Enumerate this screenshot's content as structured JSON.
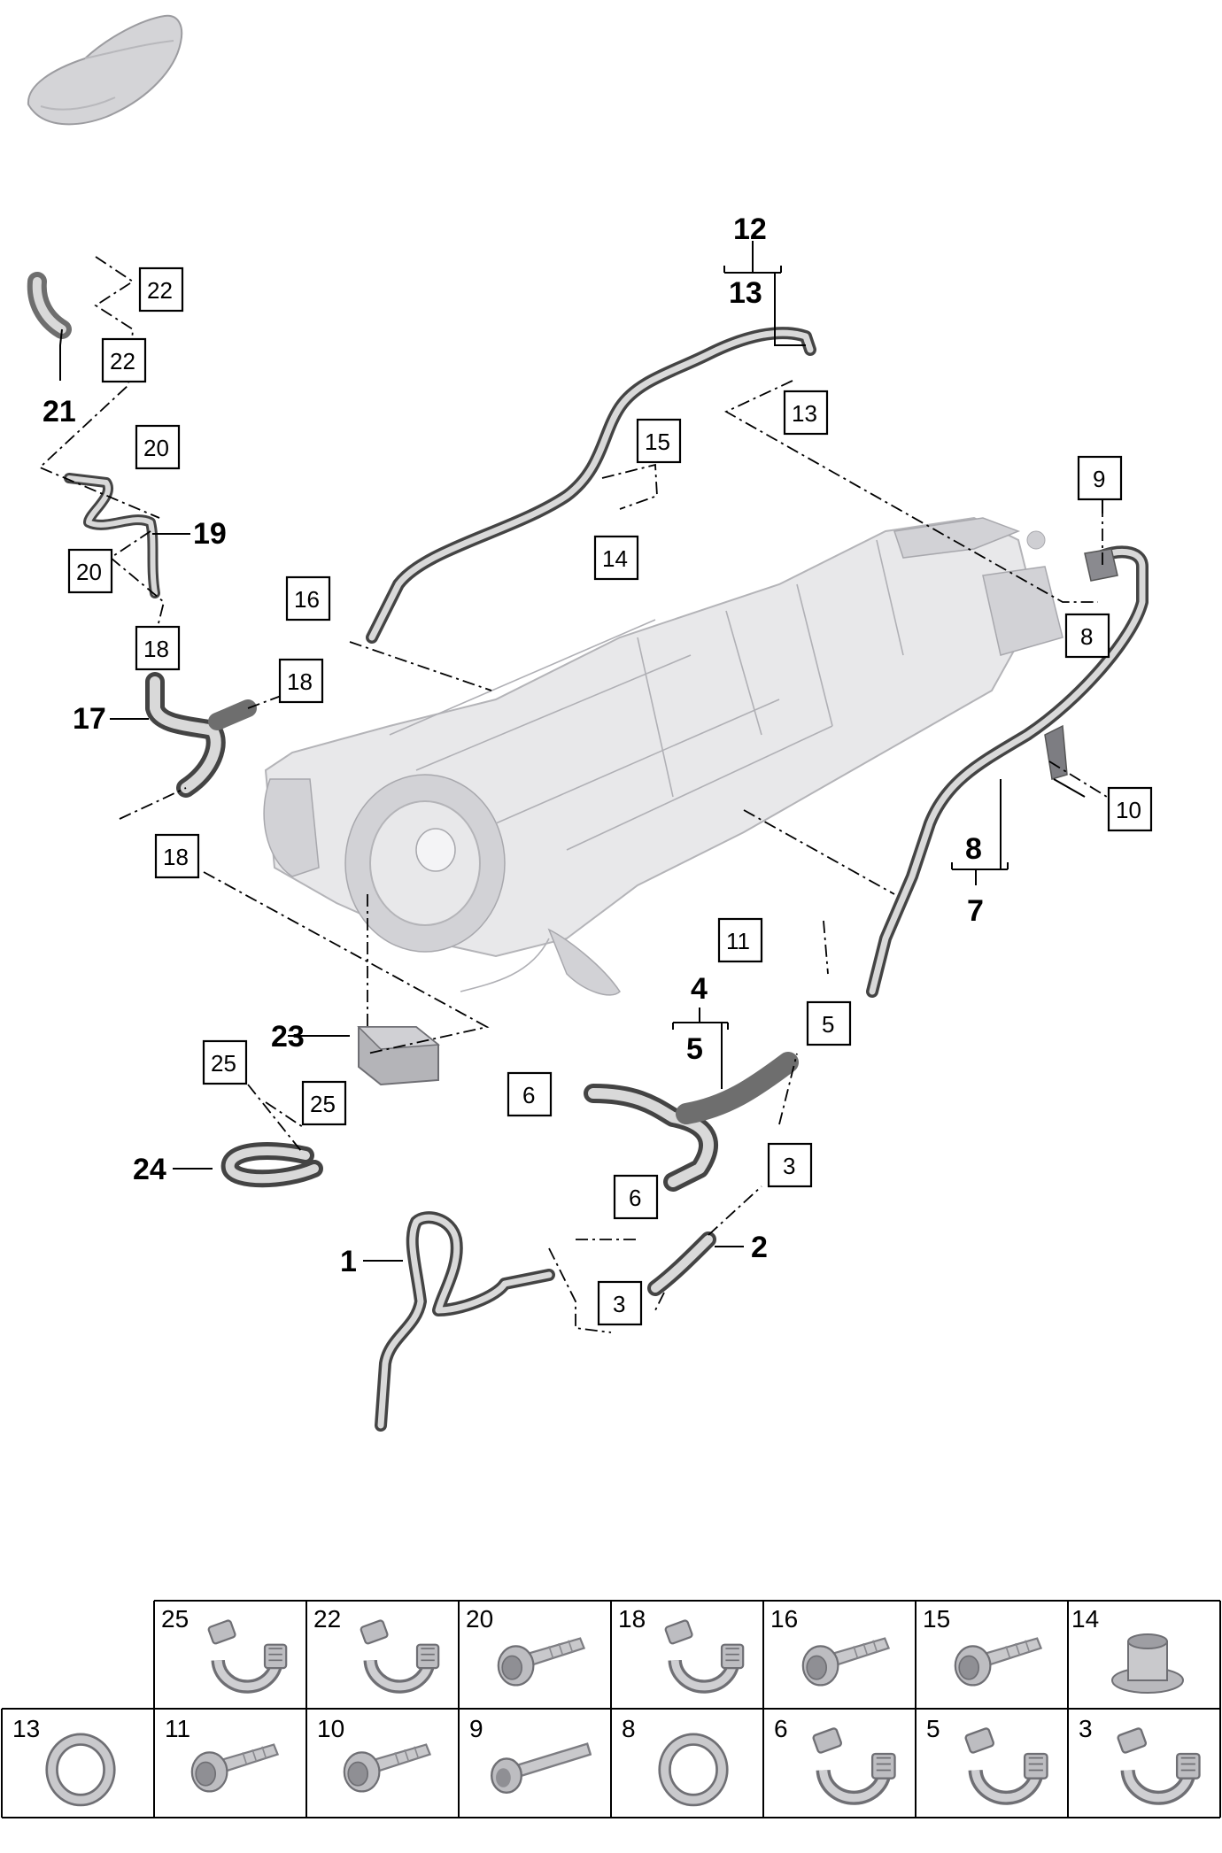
{
  "callouts": {
    "p1": "1",
    "p2": "2",
    "p4": "4",
    "p5": "5",
    "p7": "7",
    "p8": "8",
    "p12": "12",
    "p13": "13",
    "p17": "17",
    "p19": "19",
    "p21": "21",
    "p23": "23",
    "p24": "24"
  },
  "refs": {
    "r22a": "22",
    "r22b": "22",
    "r20a": "20",
    "r20b": "20",
    "r18a": "18",
    "r18b": "18",
    "r18c": "18",
    "r16": "16",
    "r15": "15",
    "r14": "14",
    "r13": "13",
    "r9": "9",
    "r8": "8",
    "r10": "10",
    "r11": "11",
    "r5": "5",
    "r6a": "6",
    "r6b": "6",
    "r3a": "3",
    "r3b": "3",
    "r25a": "25",
    "r25b": "25"
  },
  "hardware_table": {
    "row1": [
      {
        "label": "25",
        "icon": "hose-clamp-icon"
      },
      {
        "label": "22",
        "icon": "hose-clamp-icon"
      },
      {
        "label": "20",
        "icon": "bolt-icon"
      },
      {
        "label": "18",
        "icon": "hose-clamp-icon"
      },
      {
        "label": "16",
        "icon": "bolt-icon"
      },
      {
        "label": "15",
        "icon": "bolt-icon"
      },
      {
        "label": "14",
        "icon": "bushing-icon"
      }
    ],
    "row2": [
      {
        "label": "13",
        "icon": "o-ring-icon"
      },
      {
        "label": "11",
        "icon": "bolt-icon"
      },
      {
        "label": "10",
        "icon": "bolt-icon"
      },
      {
        "label": "9",
        "icon": "long-bolt-icon"
      },
      {
        "label": "8",
        "icon": "o-ring-icon"
      },
      {
        "label": "6",
        "icon": "hose-clamp-icon"
      },
      {
        "label": "5",
        "icon": "hose-clamp-icon"
      },
      {
        "label": "3",
        "icon": "hose-clamp-icon"
      }
    ]
  },
  "colors": {
    "hose": "#444444",
    "hose_highlight": "#d9d9d9",
    "housing": "#e8e8ea"
  }
}
